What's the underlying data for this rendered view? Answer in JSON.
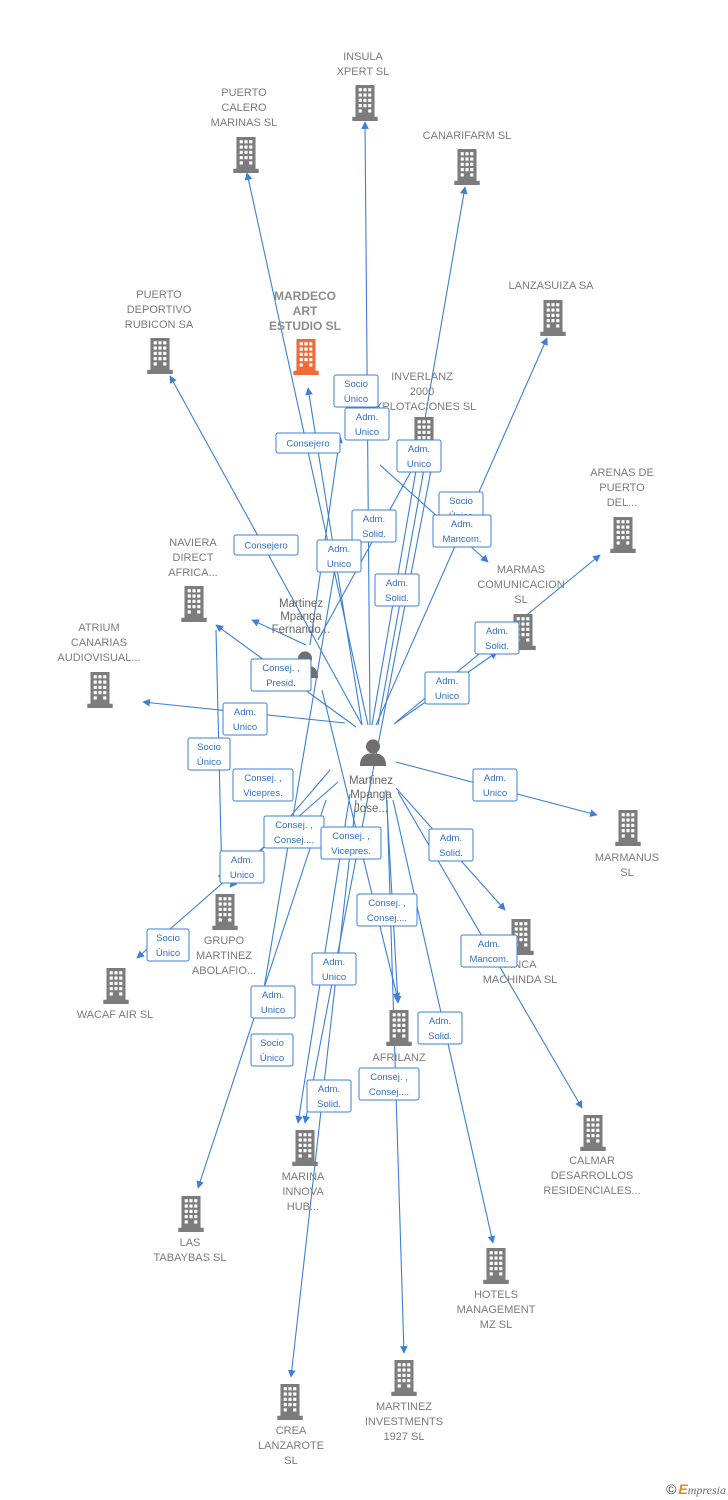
{
  "colors": {
    "edge": "#3d7fd6",
    "building": "#7c7c7c",
    "building_highlight": "#f26a38",
    "person": "#6f6f6f"
  },
  "brand": {
    "copyright_symbol": "©",
    "name_first_letter": "E",
    "name_rest": "mpresia"
  },
  "nodes": [
    {
      "id": "insula",
      "type": "company",
      "lines": [
        "INSULA",
        "XPERT  SL"
      ]
    },
    {
      "id": "puerto_calero",
      "type": "company",
      "lines": [
        "PUERTO",
        "CALERO",
        "MARINAS SL"
      ]
    },
    {
      "id": "canarifarm",
      "type": "company",
      "lines": [
        "CANARIFARM SL"
      ]
    },
    {
      "id": "lanzasuiza",
      "type": "company",
      "lines": [
        "LANZASUIZA SA"
      ]
    },
    {
      "id": "puerto_deportivo",
      "type": "company",
      "lines": [
        "PUERTO",
        "DEPORTIVO",
        "RUBICON SA"
      ]
    },
    {
      "id": "mardeco",
      "type": "company",
      "highlight": true,
      "lines": [
        "MARDECO",
        "ART",
        "ESTUDIO  SL"
      ]
    },
    {
      "id": "inverlanz",
      "type": "company",
      "lines": [
        "INVERLANZ",
        "2000",
        "EXPLOTACIONES SL"
      ]
    },
    {
      "id": "arenas",
      "type": "company",
      "lines": [
        "ARENAS DE",
        "PUERTO",
        "DEL..."
      ]
    },
    {
      "id": "naviera",
      "type": "company",
      "lines": [
        "NAVIERA",
        "DIRECT",
        "AFRICA..."
      ]
    },
    {
      "id": "marmas",
      "type": "company",
      "lines": [
        "MARMAS",
        "COMUNICACION",
        "SL"
      ]
    },
    {
      "id": "atrium",
      "type": "company",
      "lines": [
        "ATRIUM",
        "CANARIAS",
        "AUDIOVISUAL..."
      ]
    },
    {
      "id": "marmanus",
      "type": "company",
      "lines": [
        "MARMANUS",
        "SL"
      ]
    },
    {
      "id": "grupo",
      "type": "company",
      "lines": [
        "GRUPO",
        "MARTINEZ",
        "ABOLAFIO..."
      ]
    },
    {
      "id": "machinda",
      "type": "company",
      "lines": [
        "FINCA",
        "MACHINDA  SL"
      ]
    },
    {
      "id": "wacaf",
      "type": "company",
      "lines": [
        "WACAF AIR  SL"
      ]
    },
    {
      "id": "afrilanz",
      "type": "company",
      "lines": [
        "AFRILANZ"
      ]
    },
    {
      "id": "calmar",
      "type": "company",
      "lines": [
        "CALMAR",
        "DESARROLLOS",
        "RESIDENCIALES..."
      ]
    },
    {
      "id": "marina",
      "type": "company",
      "lines": [
        "MARINA",
        "INNOVA",
        "HUB..."
      ]
    },
    {
      "id": "tabaybas",
      "type": "company",
      "lines": [
        "LAS",
        "TABAYBAS  SL"
      ]
    },
    {
      "id": "hotels",
      "type": "company",
      "lines": [
        "HOTELS",
        "MANAGEMENT",
        "MZ  SL"
      ]
    },
    {
      "id": "crea",
      "type": "company",
      "lines": [
        "CREA",
        "LANZAROTE",
        "SL"
      ]
    },
    {
      "id": "investments",
      "type": "company",
      "lines": [
        "MARTINEZ",
        "INVESTMENTS",
        "1927  SL"
      ]
    },
    {
      "id": "fernando",
      "type": "person",
      "lines": [
        "Martinez",
        "Mpanga",
        "Fernando..."
      ]
    },
    {
      "id": "jose",
      "type": "person",
      "lines": [
        "Martinez",
        "Mpanga",
        "Jose..."
      ]
    }
  ],
  "relations": [
    {
      "lines": [
        "Socio",
        "Único"
      ]
    },
    {
      "lines": [
        "Adm.",
        "Unico"
      ]
    },
    {
      "lines": [
        "Consejero"
      ]
    },
    {
      "lines": [
        "Adm.",
        "Unico"
      ]
    },
    {
      "lines": [
        "Socio",
        "Único"
      ]
    },
    {
      "lines": [
        "Adm.",
        "Mancom."
      ]
    },
    {
      "lines": [
        "Adm.",
        "Solid."
      ]
    },
    {
      "lines": [
        "Consejero"
      ]
    },
    {
      "lines": [
        "Adm.",
        "Unico"
      ]
    },
    {
      "lines": [
        "Adm.",
        "Solid."
      ]
    },
    {
      "lines": [
        "Adm.",
        "Solid."
      ]
    },
    {
      "lines": [
        "Consej. ,",
        "Presid."
      ]
    },
    {
      "lines": [
        "Adm.",
        "Unico"
      ]
    },
    {
      "lines": [
        "Adm.",
        "Unico"
      ]
    },
    {
      "lines": [
        "Socio",
        "Único"
      ]
    },
    {
      "lines": [
        "Consej. ,",
        "Vicepres."
      ]
    },
    {
      "lines": [
        "Adm.",
        "Unico"
      ]
    },
    {
      "lines": [
        "Consej. ,",
        "Consej...."
      ]
    },
    {
      "lines": [
        "Consej. ,",
        "Vicepres."
      ]
    },
    {
      "lines": [
        "Adm.",
        "Solid."
      ]
    },
    {
      "lines": [
        "Adm.",
        "Unico"
      ]
    },
    {
      "lines": [
        "Socio",
        "Único"
      ]
    },
    {
      "lines": [
        "Consej. ,",
        "Consej...."
      ]
    },
    {
      "lines": [
        "Adm.",
        "Mancom."
      ]
    },
    {
      "lines": [
        "Adm.",
        "Unico"
      ]
    },
    {
      "lines": [
        "Adm.",
        "Unico"
      ]
    },
    {
      "lines": [
        "Adm.",
        "Solid."
      ]
    },
    {
      "lines": [
        "Socio",
        "Único"
      ]
    },
    {
      "lines": [
        "Consej. ,",
        "Consej...."
      ]
    },
    {
      "lines": [
        "Adm.",
        "Solid."
      ]
    }
  ]
}
